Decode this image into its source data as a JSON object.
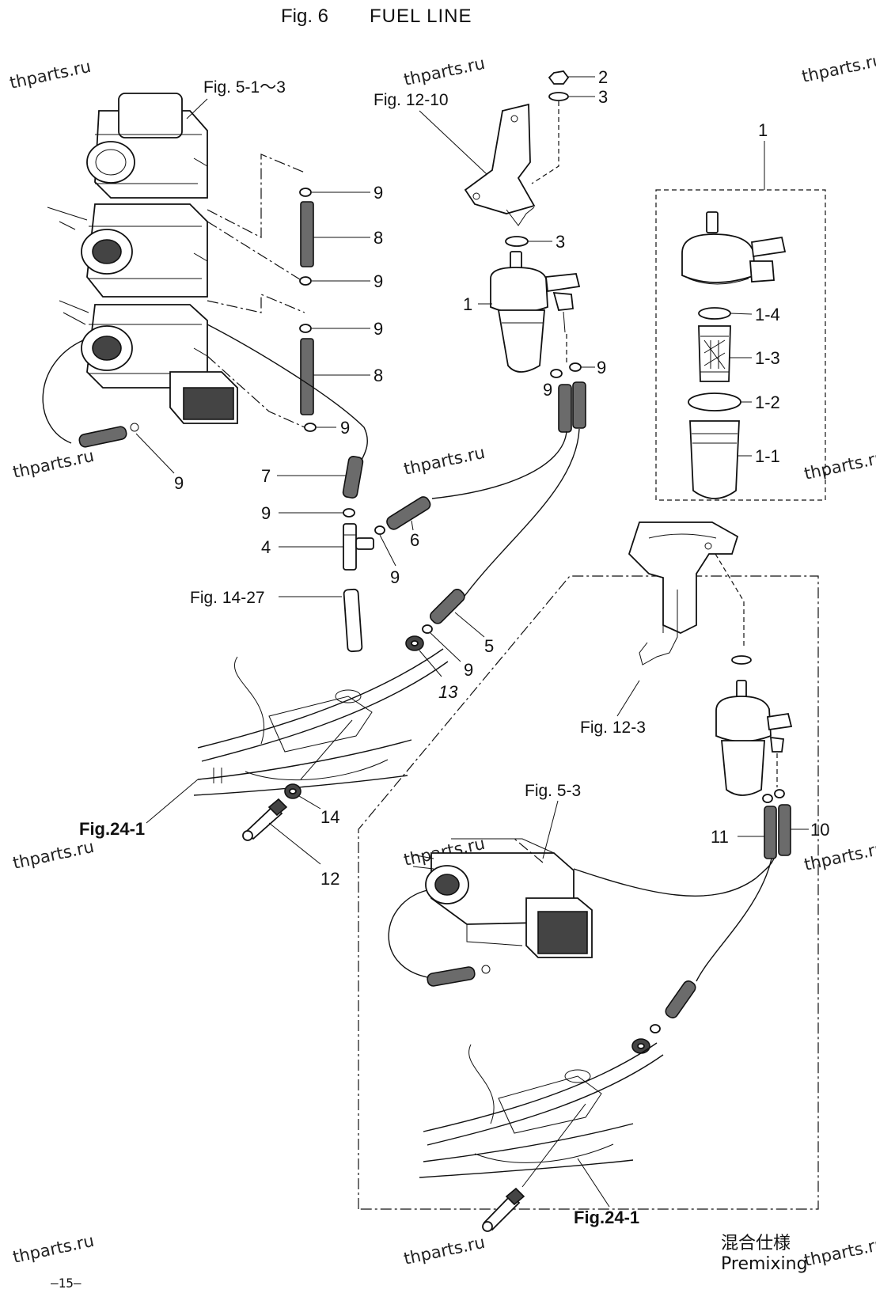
{
  "figure": {
    "fig_label": "Fig. 6",
    "title": "FUEL LINE"
  },
  "watermark": "thparts.ru",
  "page_number": "—15—",
  "references": {
    "carb_set": "Fig. 5-1〜3",
    "bracket": "Fig. 12-10",
    "hose_end": "Fig. 14-27",
    "hull_main": "Fig.24-1",
    "hull_premix": "Fig.24-1",
    "bracket_premix": "Fig. 12-3",
    "carb_premix": "Fig. 5-3"
  },
  "callouts": {
    "filter_assy": "1",
    "nut": "2",
    "washer_top": "3",
    "washer_mid": "3",
    "filter": "1",
    "oring": "1-4",
    "element": "1-3",
    "gasket": "1-2",
    "cup": "1-1",
    "clip_a": "9",
    "hose_upper": "8",
    "clip_b": "9",
    "clip_c": "9",
    "hose_lower": "8",
    "clip_d": "9",
    "clip_filter_right": "9",
    "clip_filter_left": "9",
    "clip_carb": "9",
    "hose_7": "7",
    "clip_e": "9",
    "joint": "4",
    "clip_joint": "9",
    "hose_6": "6",
    "hose_5": "5",
    "clip_f": "9",
    "grommet_13": "13",
    "grommet_14": "14",
    "connector": "12",
    "hose_11": "11",
    "hose_10": "10"
  },
  "premix_note": {
    "japanese": "混合仕様",
    "english": "Premixing"
  }
}
